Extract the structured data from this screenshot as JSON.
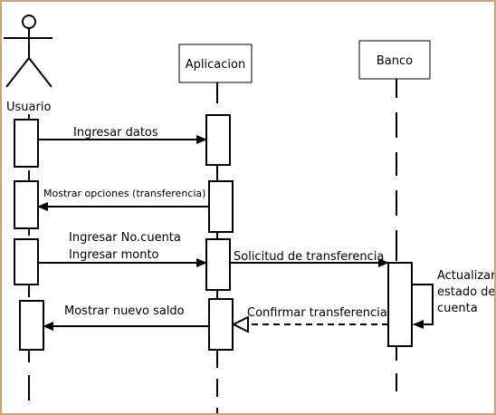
{
  "actors": {
    "usuario": "Usuario",
    "aplicacion": "Aplicacion",
    "banco": "Banco"
  },
  "messages": {
    "ingresar_datos": "Ingresar datos",
    "mostrar_opciones": "Mostrar opciones (transferencia)",
    "ingresar_cuenta": "Ingresar No.cuenta",
    "ingresar_monto": "Ingresar monto",
    "solicitud": "Solicitud de transferencia",
    "actualizar_1": "Actualizar",
    "actualizar_2": "estado de",
    "actualizar_3": "cuenta",
    "mostrar_saldo": "Mostrar nuevo saldo",
    "confirmar": "Confirmar transferencia"
  }
}
